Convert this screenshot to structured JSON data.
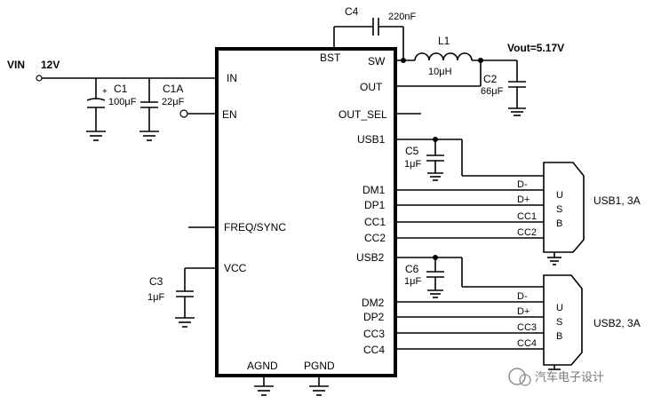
{
  "source": {
    "label": "VIN",
    "value": "12V"
  },
  "output": {
    "label": "Vout=5.17V"
  },
  "components": {
    "c1": {
      "ref": "C1",
      "value": "100μF"
    },
    "c1a": {
      "ref": "C1A",
      "value": "22μF"
    },
    "c2": {
      "ref": "C2",
      "value": "66μF"
    },
    "c3": {
      "ref": "C3",
      "value": "1μF"
    },
    "c4": {
      "ref": "C4",
      "value": "220nF"
    },
    "c5": {
      "ref": "C5",
      "value": "1μF"
    },
    "c6": {
      "ref": "C6",
      "value": "1μF"
    },
    "l1": {
      "ref": "L1",
      "value": "10μH"
    },
    "c1_polarity": "+"
  },
  "chip_pins": {
    "in": "IN",
    "en": "EN",
    "freq": "FREQ/SYNC",
    "vcc": "VCC",
    "agnd": "AGND",
    "pgnd": "PGND",
    "bst": "BST",
    "sw": "SW",
    "out": "OUT",
    "out_sel": "OUT_SEL",
    "usb1": "USB1",
    "dm1": "DM1",
    "dp1": "DP1",
    "cc1": "CC1",
    "cc2": "CC2",
    "usb2": "USB2",
    "dm2": "DM2",
    "dp2": "DP2",
    "cc3": "CC3",
    "cc4": "CC4"
  },
  "connectors": {
    "usb1": {
      "signals": [
        "D-",
        "D+",
        "CC1",
        "CC2"
      ],
      "body": [
        "U",
        "S",
        "B"
      ],
      "label": "USB1, 3A"
    },
    "usb2": {
      "signals": [
        "D-",
        "D+",
        "CC3",
        "CC4"
      ],
      "body": [
        "U",
        "S",
        "B"
      ],
      "label": "USB2, 3A"
    }
  },
  "watermark": "汽车电子设计"
}
